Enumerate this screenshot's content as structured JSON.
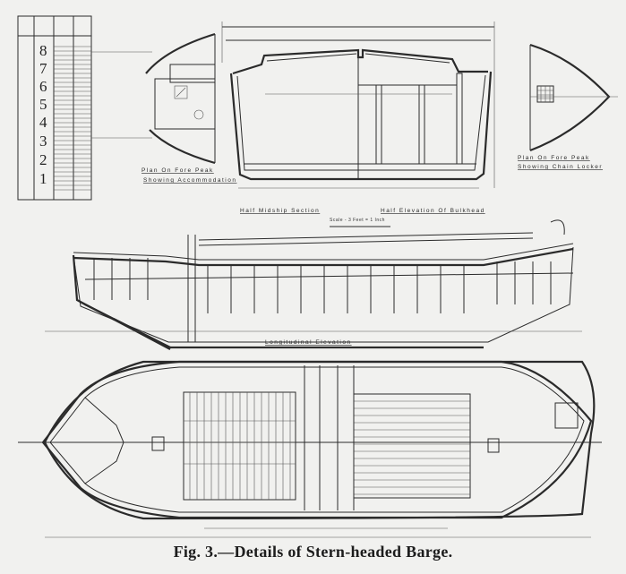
{
  "figure": {
    "caption": "Fig. 3.—Details of Stern-headed Barge.",
    "draft_scale": {
      "numerals": [
        "8",
        "7",
        "6",
        "5",
        "4",
        "3",
        "2",
        "1"
      ]
    },
    "views": {
      "fore_peak_accommodation": {
        "title": "Plan On Fore Peak",
        "subtitle": "Showing Accommodation"
      },
      "midship_section": {
        "title": "Half Midship Section"
      },
      "bulkhead": {
        "title": "Half Elevation Of Bulkhead"
      },
      "scale": "Scale - 3 Feet = 1 Inch",
      "fore_peak_chain": {
        "title": "Plan On Fore Peak",
        "subtitle": "Showing Chain Locker"
      },
      "longitudinal": {
        "title": "Longitudinal Elevation"
      }
    },
    "colors": {
      "paper": "#f1f1ef",
      "ink": "#2b2b2b"
    }
  }
}
